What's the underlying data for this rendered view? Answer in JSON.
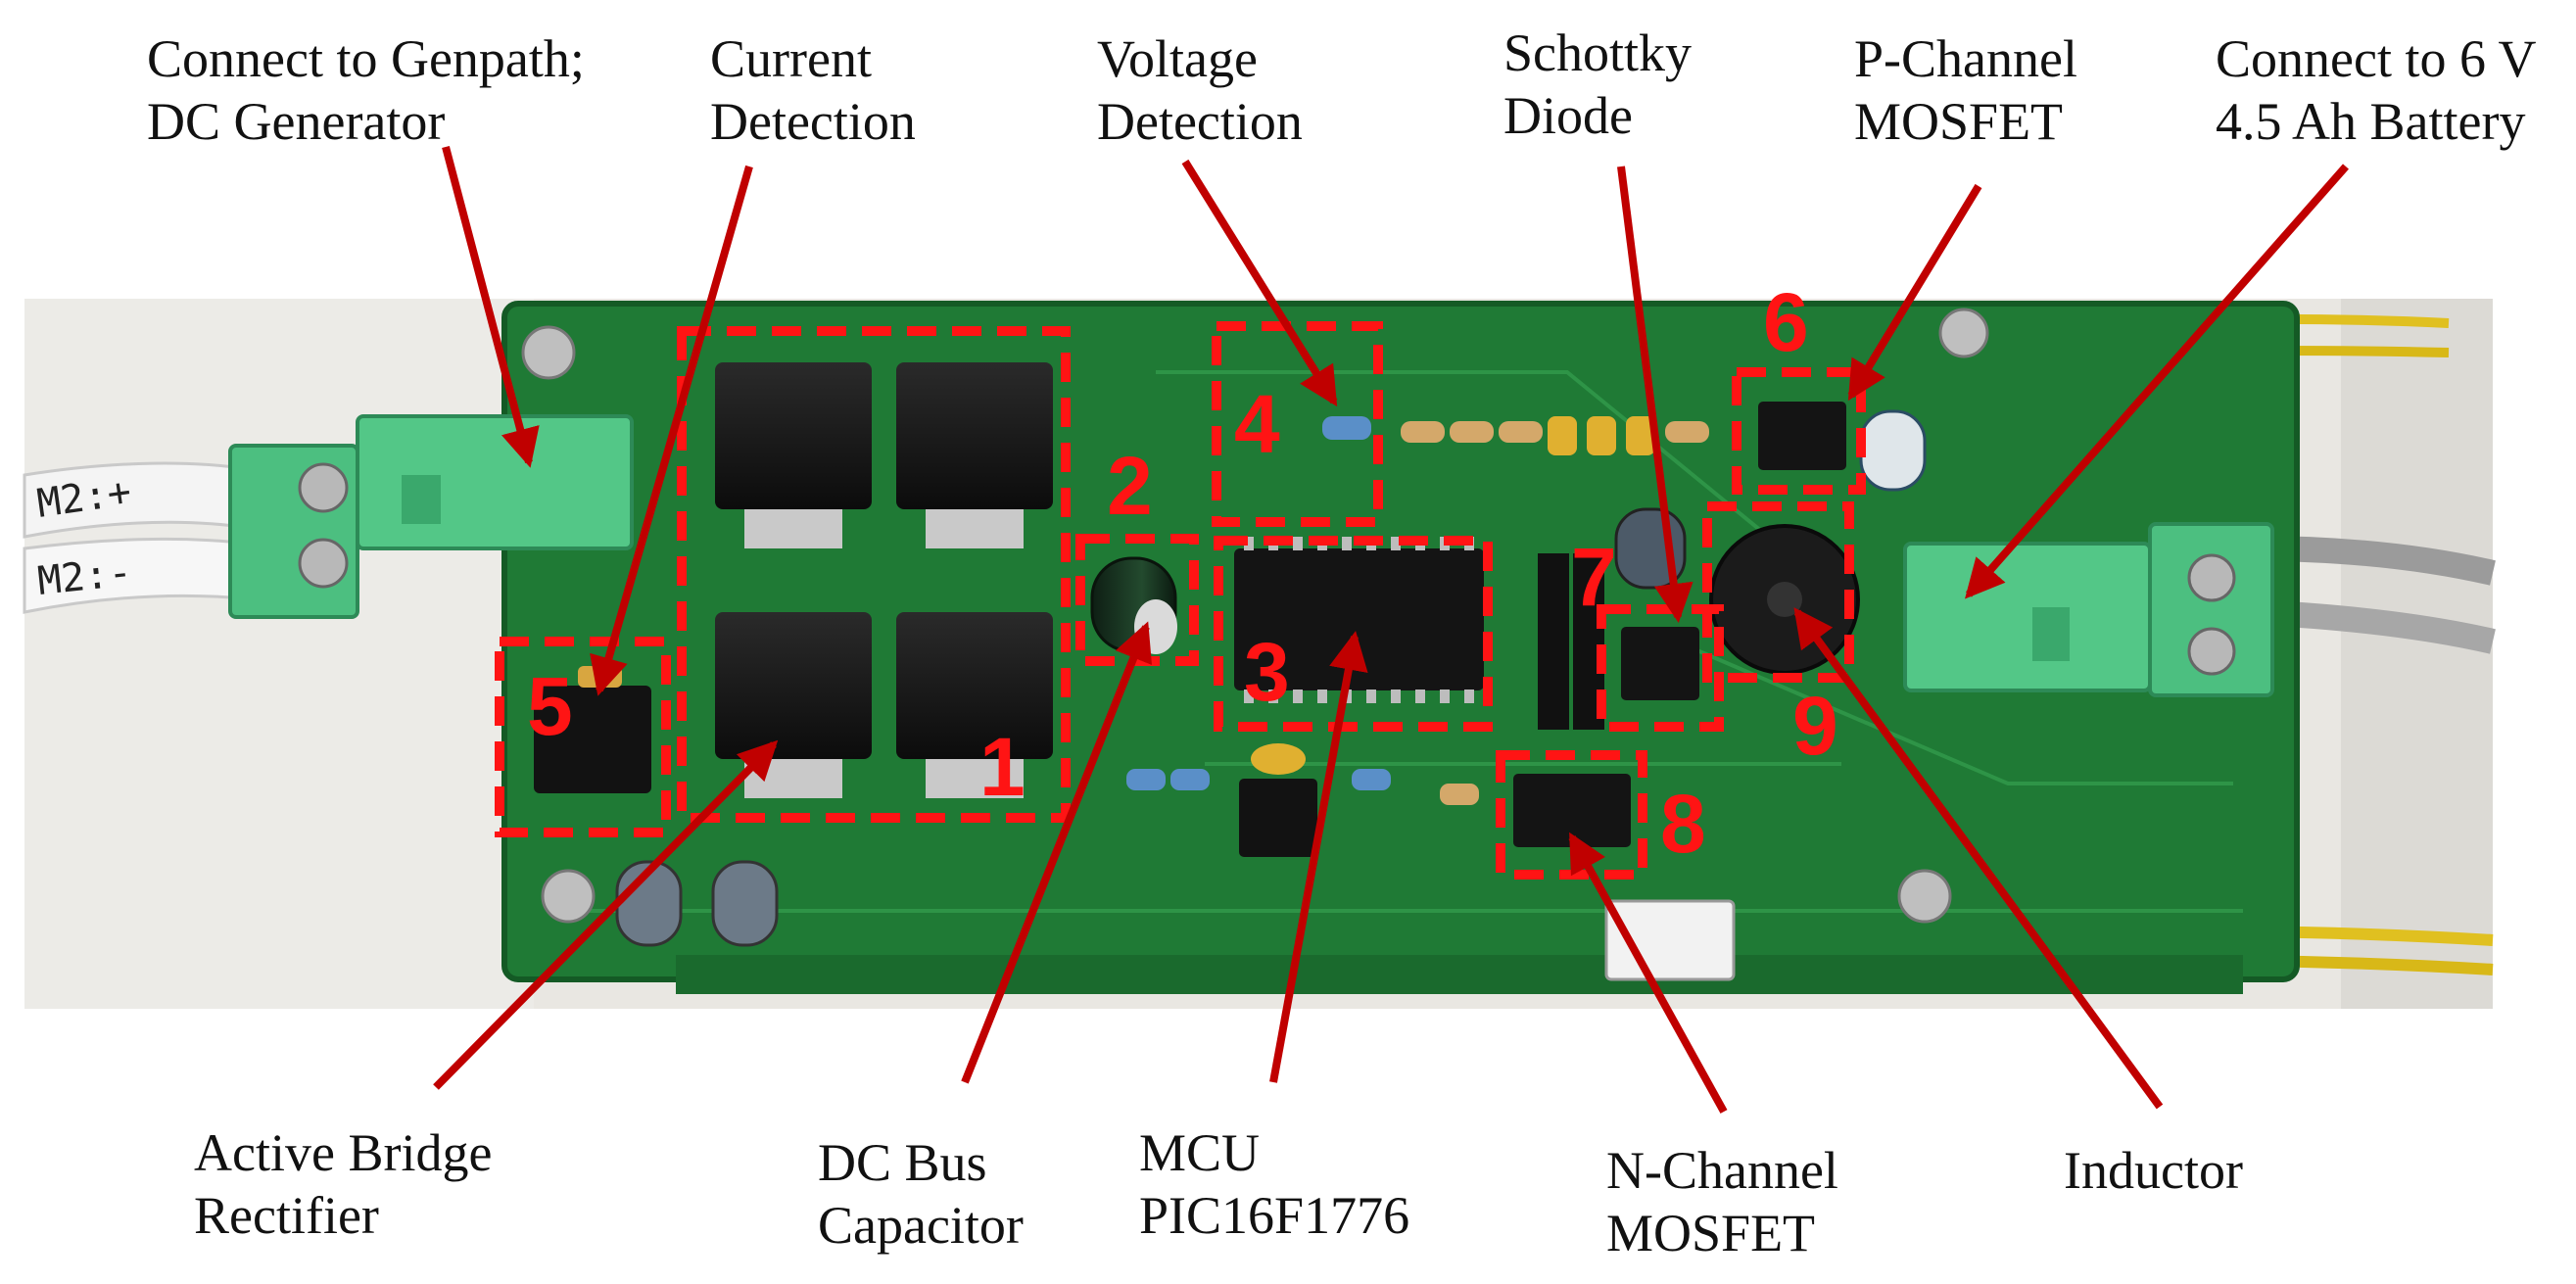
{
  "labels": {
    "genpath": [
      "Connect to Genpath;",
      "DC Generator"
    ],
    "current": [
      "Current",
      "Detection"
    ],
    "voltage": [
      "Voltage",
      "Detection"
    ],
    "schottky": [
      "Schottky",
      "Diode"
    ],
    "pchannel": [
      "P-Channel",
      "MOSFET"
    ],
    "battery": [
      "Connect to 6 V",
      "4.5 Ah Battery"
    ],
    "bridge": [
      "Active Bridge",
      "Rectifier"
    ],
    "dcbus": [
      "DC Bus",
      "Capacitor"
    ],
    "mcu": [
      "MCU",
      "PIC16F1776"
    ],
    "nchannel": [
      "N-Channel",
      "MOSFET"
    ],
    "inductor": [
      "Inductor"
    ]
  },
  "markers": [
    "1",
    "2",
    "3",
    "4",
    "5",
    "6",
    "7",
    "8",
    "9"
  ],
  "colors": {
    "annotation": "#ff1414",
    "arrow": "#c00000",
    "board": "#1f7a35",
    "terminal": "#4cbf80"
  }
}
